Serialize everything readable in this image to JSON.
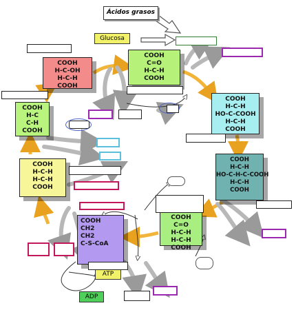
{
  "labels": {
    "fatty_acids": "Ácidos grasos",
    "glucose": "Glucosa",
    "atp": "ATP",
    "adp": "ADP"
  },
  "molecules": {
    "malate": "COOH\nH-C-OH\nH-C-H\nCOOH",
    "oxaloacetate": "COOH\nC=O\nH-C-H\nCOOH",
    "citrate": "COOH\nH-C-H\nHO-C-COOH\nH-C-H\nCOOH",
    "isocitrate": "COOH\nH-C-H\nHO-C-H-C-COOH\nH-C-H\nCOOH",
    "fumarate": "COOH\nH-C\nC-H\nCOOH",
    "succinate": "COOH\nH-C-H\nH-C-H\nCOOH",
    "succinyl_coa": "COOH\nCH2\nCH2\nC-S-CoA",
    "alpha_ketoglutarate": "COOH\nC=O\nH-C-H\nH-C-H\nCOOH"
  },
  "colors": {
    "malate": "#f48b8b",
    "oxaloacetate": "#b6f27a",
    "citrate": "#a6eef0",
    "isocitrate": "#6fb2b0",
    "fumarate": "#b8f47e",
    "succinate": "#f7f79a",
    "succinyl_coa": "#b39af0",
    "alpha_ketoglutarate": "#a8ee80",
    "cycle_arrow": "#f2b53a",
    "side_arrow": "#b8b8b8",
    "atp_box": "#f2f26a",
    "adp_box": "#4fd05a",
    "glucose_box": "#f2f26a",
    "blank_pink": "#c2185b",
    "blank_purple": "#9c27b0",
    "oval_blue": "#4f63c6",
    "blank_cyan": "#5bc0de"
  }
}
